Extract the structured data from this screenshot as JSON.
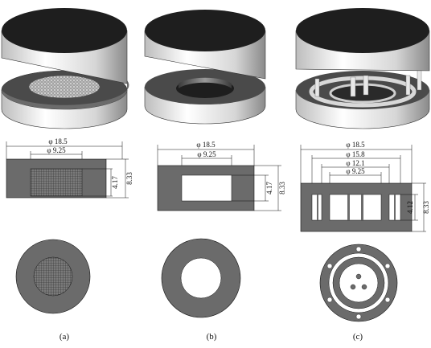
{
  "panels": [
    {
      "caption": "(a)",
      "top_dims": [
        "18.5",
        "9.25"
      ],
      "height_dims": [
        "4.17",
        "8.33"
      ],
      "core": "mesh"
    },
    {
      "caption": "(b)",
      "top_dims": [
        "18.5",
        "9.25"
      ],
      "height_dims": [
        "4.17",
        "8.33"
      ],
      "core": "hollow"
    },
    {
      "caption": "(c)",
      "top_dims": [
        "18.5",
        "15.8",
        "12.1",
        "9.25"
      ],
      "height_dims": [
        "4.12",
        "8.33"
      ],
      "core": "pillars"
    }
  ],
  "diameter_symbol": "φ",
  "colors": {
    "solid": "#6b6b6b",
    "dark_top": "#1e1e1e",
    "metal_light": "#f2f2f2",
    "metal_dark": "#8a8a8a",
    "line": "#111111"
  }
}
